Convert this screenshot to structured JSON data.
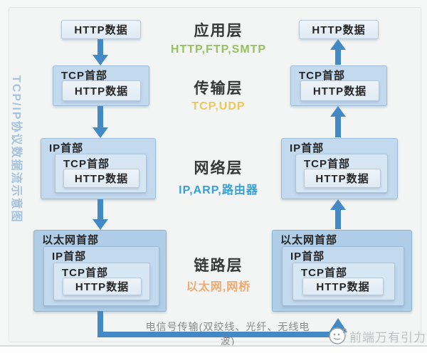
{
  "title": "TCP/IP协议数据流示意图",
  "boxes": {
    "http_data": "HTTP数据",
    "tcp_header": "TCP首部",
    "ip_header": "IP首部",
    "eth_header": "以太网首部"
  },
  "layers": [
    {
      "name": "应用层",
      "protocols": "HTTP,FTP,SMTP",
      "color": "#94c35e"
    },
    {
      "name": "传输层",
      "protocols": "TCP,UDP",
      "color": "#efc658"
    },
    {
      "name": "网络层",
      "protocols": "IP,ARP,路由器",
      "color": "#35a0d9"
    },
    {
      "name": "链路层",
      "protocols": "以太网,网桥",
      "color": "#f2a96e"
    }
  ],
  "bottom": {
    "transmission": "电信号传输(双绞线、光纤、无线电波)"
  },
  "watermark": {
    "text": "前端万有引力"
  },
  "colors": {
    "arrow": "#4289c5",
    "title": "#a5c2de"
  }
}
